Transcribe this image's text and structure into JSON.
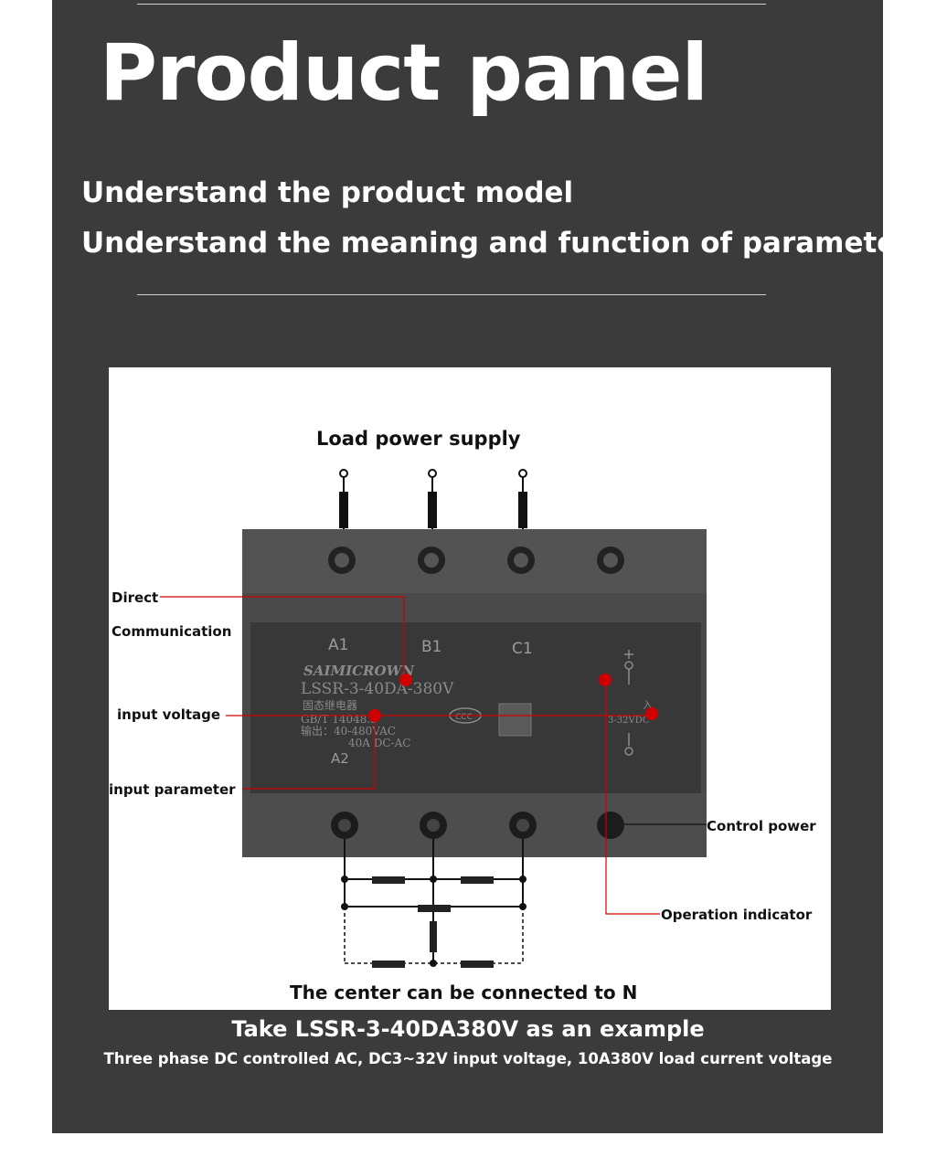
{
  "header": {
    "title": "Product panel",
    "subtitle_1": "Understand the product model",
    "subtitle_2": "Understand the meaning and function of parameters"
  },
  "diagram": {
    "top_label": "Load power supply",
    "bottom_label": "The center can be connected to N",
    "callouts": {
      "direct": "Direct",
      "communication": "Communication",
      "input_voltage": "input voltage",
      "input_parameter": "input parameter",
      "control_power": "Control power",
      "operation_indicator": "Operation indicator"
    },
    "device": {
      "terminal_a1": "A1",
      "terminal_b1": "B1",
      "terminal_c1": "C1",
      "terminal_a2": "A2",
      "brand": "SAIMICROWN",
      "model": "LSSR-3-40DA-380V",
      "chinese_name": "固态继电器",
      "standard": "GB/T 14048.5",
      "output_line_1": "输出：40-480VAC",
      "output_line_2": "40A DC-AC",
      "cert": "CCC",
      "input_range": "3-32VDC",
      "input_char": "入"
    }
  },
  "footer": {
    "example": "Take LSSR-3-40DA380V as an example",
    "description": "Three phase DC controlled AC, DC3~32V input voltage, 10A380V load current voltage"
  }
}
